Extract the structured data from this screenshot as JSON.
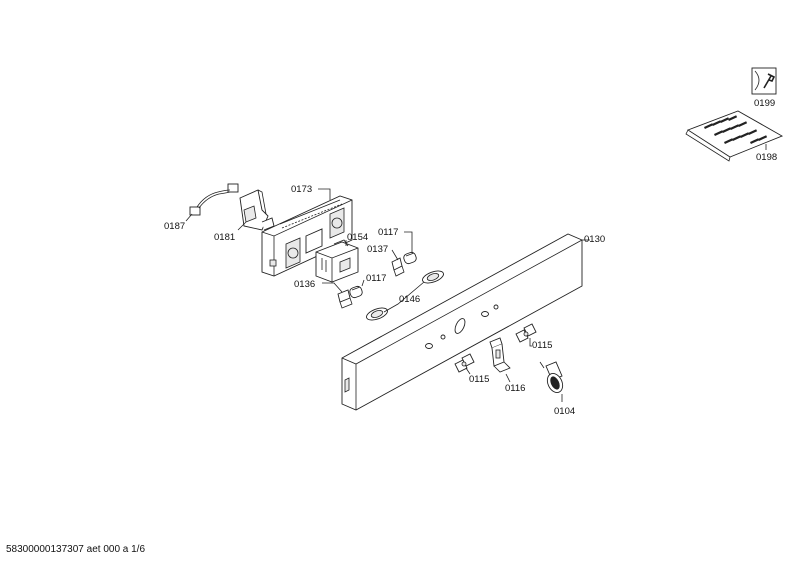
{
  "footer": {
    "text": "58300000137307 aet 000 a 1/6"
  },
  "labels": {
    "p0199": "0199",
    "p0198": "0198",
    "p0173": "0173",
    "p0187": "0187",
    "p0181": "0181",
    "p0154": "0154",
    "p0117a": "0117",
    "p0137": "0137",
    "p0136": "0136",
    "p0117b": "0117",
    "p0146": "0146",
    "p0130": "0130",
    "p0115a": "0115",
    "p0115b": "0115",
    "p0116": "0116",
    "p0104": "0104"
  },
  "icons": {
    "tool": "wrench-icon",
    "kit": "screw-kit-icon"
  }
}
